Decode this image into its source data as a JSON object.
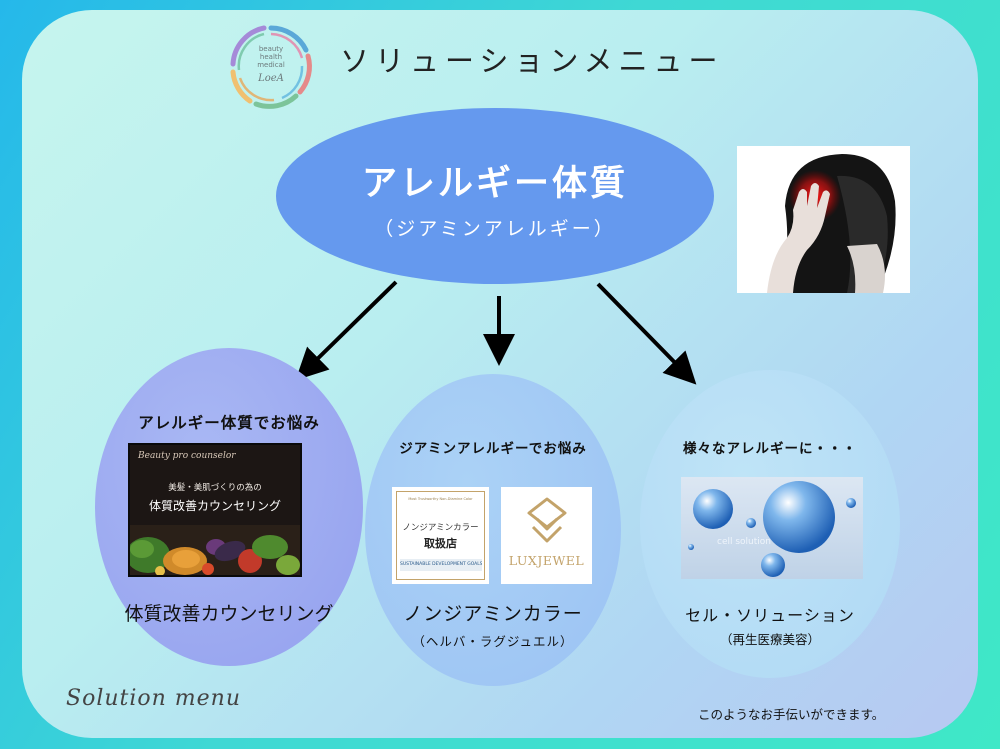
{
  "header": {
    "title": "ソリューションメニュー",
    "logo_text_lines": [
      "beauty",
      "health",
      "medical"
    ],
    "logo_mark": "LoeA"
  },
  "main": {
    "title": "アレルギー体質",
    "subtitle": "（ジアミンアレルギー）"
  },
  "options": [
    {
      "heading": "アレルギー体質でお悩み",
      "image": {
        "script_text": "Beauty pro counselor",
        "line1": "美髪・美肌づくりの為の",
        "line2": "体質改善カウンセリング"
      },
      "label": "体質改善カウンセリング"
    },
    {
      "heading": "ジアミンアレルギーでお悩み",
      "badge": {
        "top_text": "Most Trustworthy Non-Diamine Color",
        "line1": "ノンジアミンカラー",
        "line2": "取扱店",
        "goals_text": "SUSTAINABLE DEVELOPMENT GOALS"
      },
      "brand": "LUXJEWEL",
      "label": "ノンジアミンカラー",
      "sublabel": "（ヘルバ・ラグジュエル）"
    },
    {
      "heading": "様々なアレルギーに・・・",
      "image_text": "cell solution",
      "label": "セル・ソリューション",
      "sublabel": "（再生医療美容）"
    }
  ],
  "footer": {
    "script_title": "Solution  menu",
    "note": "このようなお手伝いができます。"
  },
  "colors": {
    "main_ellipse": "#6599ee",
    "left_circle": "#9aa7f0",
    "middle_circle": "#9fc6f4",
    "right_circle": "#b3dbf5",
    "badge_gold": "#c3a36a"
  }
}
